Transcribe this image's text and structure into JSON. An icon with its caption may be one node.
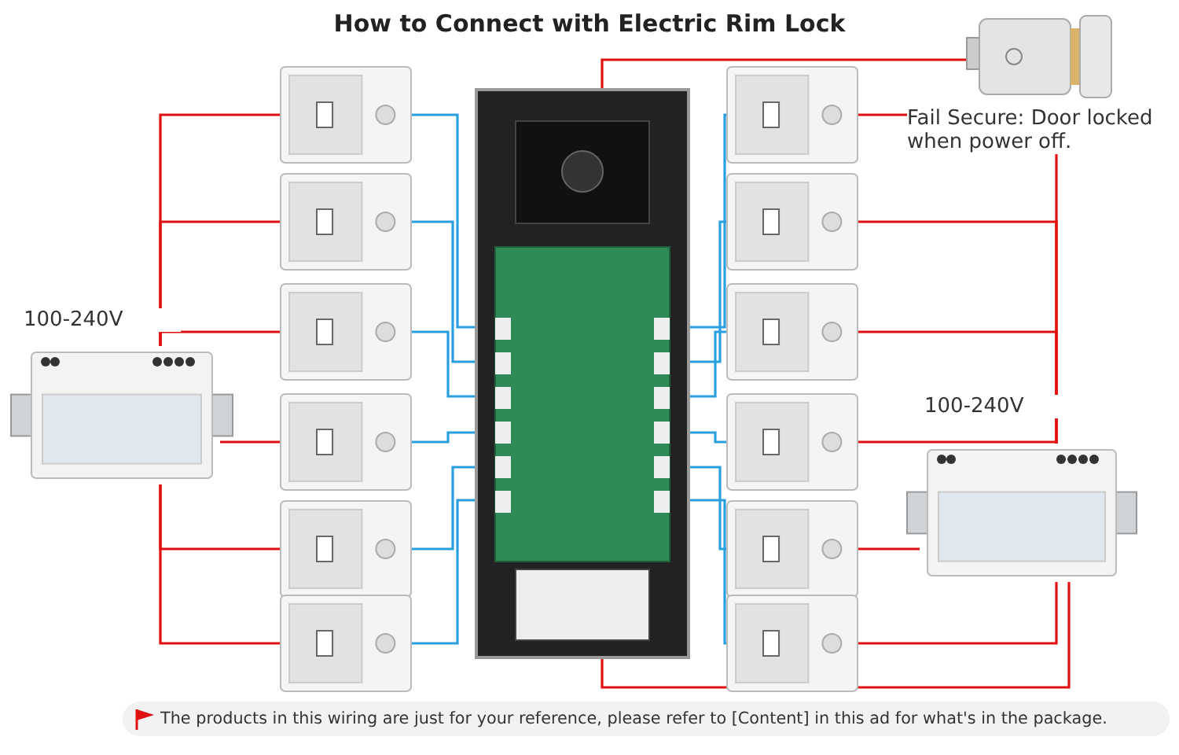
{
  "diagram": {
    "title": "How to Connect with Electric Rim Lock",
    "nodes": [
      {
        "text": [],
        "shape": "picture",
        "beside": [
          "Fail Secure: Door locked when power off."
        ]
      },
      {
        "text": [],
        "shape": "picture"
      },
      {
        "text": [],
        "shape": "picture"
      },
      {
        "text": [],
        "shape": "picture"
      },
      {
        "text": [],
        "shape": "picture"
      },
      {
        "text": [],
        "shape": "picture"
      },
      {
        "text": [],
        "shape": "picture"
      },
      {
        "text": [],
        "shape": "picture"
      },
      {
        "text": [],
        "shape": "picture"
      },
      {
        "text": [],
        "shape": "picture"
      },
      {
        "text": [],
        "shape": "picture"
      },
      {
        "text": [],
        "shape": "picture"
      },
      {
        "text": [],
        "shape": "picture"
      },
      {
        "text": [],
        "shape": "picture"
      },
      {
        "text": [],
        "shape": "picture",
        "beside": [
          "100-240V"
        ]
      },
      {
        "text": [],
        "shape": "picture",
        "beside": [
          "100-240V"
        ]
      }
    ],
    "edges": [
      {
        "from": 1,
        "to": 7,
        "arrow": "none",
        "color": "#2a9fe0"
      },
      {
        "from": 2,
        "to": 7,
        "arrow": "none",
        "color": "#2a9fe0"
      },
      {
        "from": 3,
        "to": 7,
        "arrow": "none",
        "color": "#2a9fe0"
      },
      {
        "from": 4,
        "to": 7,
        "arrow": "none",
        "color": "#2a9fe0"
      },
      {
        "from": 5,
        "to": 7,
        "arrow": "none",
        "color": "#2a9fe0"
      },
      {
        "from": 6,
        "to": 7,
        "arrow": "none",
        "color": "#2a9fe0"
      },
      {
        "from": 8,
        "to": 7,
        "arrow": "none",
        "color": "#2a9fe0"
      },
      {
        "from": 9,
        "to": 7,
        "arrow": "none",
        "color": "#2a9fe0"
      },
      {
        "from": 10,
        "to": 7,
        "arrow": "none",
        "color": "#2a9fe0"
      },
      {
        "from": 11,
        "to": 7,
        "arrow": "none",
        "color": "#2a9fe0"
      },
      {
        "from": 12,
        "to": 7,
        "arrow": "none",
        "color": "#2a9fe0"
      },
      {
        "from": 13,
        "to": 7,
        "arrow": "none",
        "color": "#2a9fe0"
      },
      {
        "from": 14,
        "to": 1,
        "arrow": "none",
        "color": "#e01010"
      },
      {
        "from": 14,
        "to": 2,
        "arrow": "none",
        "color": "#e01010"
      },
      {
        "from": 14,
        "to": 3,
        "arrow": "none",
        "color": "#e01010"
      },
      {
        "from": 14,
        "to": 4,
        "arrow": "none",
        "color": "#e01010"
      },
      {
        "from": 14,
        "to": 5,
        "arrow": "none",
        "color": "#e01010"
      },
      {
        "from": 14,
        "to": 6,
        "arrow": "none",
        "color": "#e01010"
      },
      {
        "from": 15,
        "to": 8,
        "arrow": "none",
        "color": "#e01010"
      },
      {
        "from": 15,
        "to": 9,
        "arrow": "none",
        "color": "#e01010"
      },
      {
        "from": 15,
        "to": 10,
        "arrow": "none",
        "color": "#e01010"
      },
      {
        "from": 15,
        "to": 11,
        "arrow": "none",
        "color": "#e01010"
      },
      {
        "from": 15,
        "to": 12,
        "arrow": "none",
        "color": "#e01010"
      },
      {
        "from": 15,
        "to": 13,
        "arrow": "none",
        "color": "#e01010"
      },
      {
        "from": 0,
        "to": 7,
        "arrow": "none",
        "color": "#e01010"
      },
      {
        "from": 15,
        "to": 7,
        "arrow": "none",
        "color": "#e01010"
      }
    ],
    "labels": [
      "The products in this wiring are just for your reference, please refer to [Content] in this ad for what's in the package."
    ]
  }
}
